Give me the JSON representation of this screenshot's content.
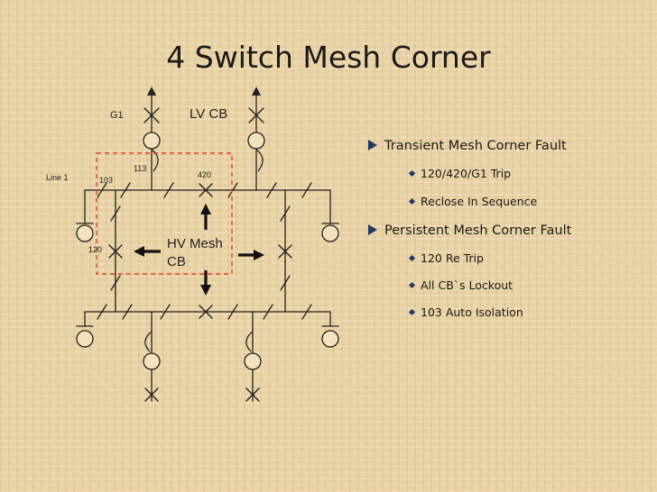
{
  "title": "4 Switch Mesh Corner",
  "diagram": {
    "labels": {
      "g1": "G1",
      "lv_cb": "LV CB",
      "line1": "Line 1",
      "s103": "103",
      "s113": "113",
      "s420": "420",
      "s120": "120",
      "hv_mesh_line1": "HV Mesh",
      "hv_mesh_line2": "CB"
    },
    "colors": {
      "line": "#222222",
      "highlight_box": "#e0402a"
    }
  },
  "bullets": [
    {
      "text": "Transient Mesh Corner Fault",
      "sub": [
        "120/420/G1 Trip",
        "Reclose In Sequence"
      ]
    },
    {
      "text": "Persistent Mesh Corner Fault",
      "sub": [
        "120 Re Trip",
        "All CB`s Lockout",
        "103 Auto Isolation"
      ]
    }
  ],
  "icons": {
    "level1": "right-triangle-icon",
    "level2": "diamond-icon"
  }
}
